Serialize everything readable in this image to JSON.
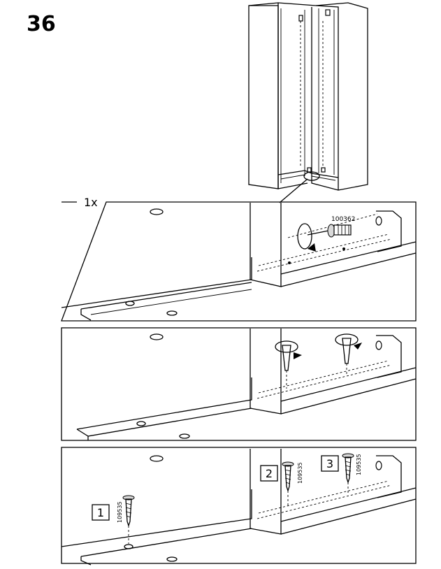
{
  "step_number": "36",
  "panels": [
    {
      "quantity": "1x",
      "part_code": "100362"
    },
    {},
    {
      "screws": [
        {
          "number": "1",
          "part_code": "109535"
        },
        {
          "number": "2",
          "part_code": "109535"
        },
        {
          "number": "3",
          "part_code": "109535"
        }
      ]
    }
  ]
}
